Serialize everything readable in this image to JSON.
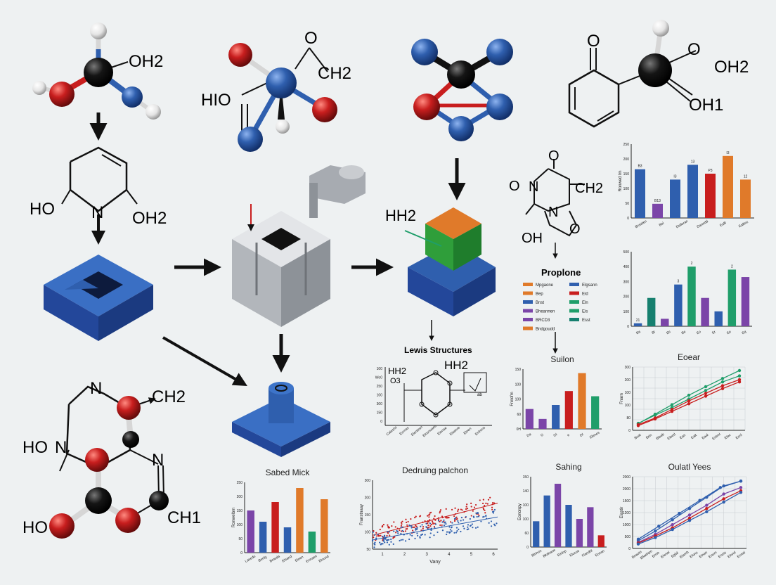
{
  "colors": {
    "blue": "#2f5fae",
    "red": "#c81e1e",
    "green": "#1f9e6a",
    "orange": "#e07a2a",
    "purple": "#7b45a8",
    "teal": "#16806f",
    "black": "#151515",
    "grey": "#b9bcc0",
    "background": "#eef1f2"
  },
  "molecules": {
    "mol1": {
      "labels": [
        "OH2"
      ]
    },
    "mol2": {
      "labels": [
        "O",
        "CH2",
        "HIO"
      ]
    },
    "mol4": {
      "labels": [
        "O",
        "O",
        "OH2",
        "OH1"
      ]
    },
    "ring1": {
      "labels": [
        "HO",
        "N",
        "OH2"
      ]
    },
    "ring2": {
      "labels": [
        "N",
        "CH2",
        "HO",
        "N",
        "N",
        "HO",
        "CH1"
      ]
    },
    "hh2_block": {
      "label": "HH2"
    },
    "right_ring": {
      "labels": [
        "O",
        "O",
        "N",
        "CH2",
        "N",
        "O",
        "OH"
      ]
    }
  },
  "sections": {
    "lewis_title": "Lewis Structures",
    "lewis_labels": [
      "HH2",
      "O3",
      "HH2",
      "ab"
    ],
    "legend_title": "Proplone",
    "legend_left": [
      "Mpgaone",
      "Bep",
      "Bnst",
      "Bheannen",
      "BRCD3",
      "Bndgoudd"
    ],
    "legend_right": [
      "Elgsann",
      "Eid",
      "Eln",
      "Eis",
      "Esst"
    ]
  },
  "chart_data": [
    {
      "type": "bar",
      "title": "",
      "ylim": [
        0,
        250
      ],
      "yticks": [
        "250",
        "200",
        "150",
        "100",
        "50",
        "0"
      ],
      "categories": [
        "Bnsiden",
        "Bel",
        "Delleran",
        "Danedd",
        "Ealll",
        "Eallinz"
      ],
      "values": [
        165,
        48,
        130,
        180,
        150,
        210,
        130
      ],
      "value_labels": [
        "B3",
        "B13",
        "I3",
        "13",
        "P3",
        "I3",
        "12"
      ],
      "colors": [
        "blue",
        "purple",
        "blue",
        "blue",
        "red",
        "orange",
        "orange"
      ],
      "ylabel": "Ronwed lm"
    },
    {
      "type": "bar",
      "title": "",
      "ylim": [
        0,
        500
      ],
      "yticks": [
        "500",
        "400",
        "300",
        "200",
        "100",
        "0"
      ],
      "categories": [
        "Ba",
        "Bl",
        "Bs",
        "Be",
        "Eo",
        "Er",
        "Ee",
        "Eq"
      ],
      "values": [
        20,
        190,
        50,
        280,
        400,
        190,
        100,
        380,
        330
      ],
      "value_labels": [
        "21",
        "",
        "",
        "3",
        "2",
        "",
        "",
        "2",
        ""
      ],
      "colors": [
        "blue",
        "teal",
        "purple",
        "blue",
        "green",
        "purple",
        "blue",
        "green",
        "purple"
      ],
      "ylabel": ""
    },
    {
      "type": "line",
      "title": "Eoear",
      "ylim": [
        0,
        300
      ],
      "yticks": [
        "300",
        "200",
        "100",
        "100",
        "80",
        "0"
      ],
      "x": [
        "Bsat",
        "Brin",
        "Bleab",
        "Eleed",
        "Ean",
        "Ealt",
        "Eaal",
        "Entrnl",
        "Elac",
        "Ecnl"
      ],
      "series": [
        {
          "color": "green",
          "values": [
            20,
            70,
            120,
            170,
            215,
            258,
            300
          ]
        },
        {
          "color": "green",
          "values": [
            22,
            65,
            105,
            150,
            195,
            240,
            272
          ]
        },
        {
          "color": "red",
          "values": [
            15,
            50,
            95,
            140,
            180,
            220,
            252
          ]
        },
        {
          "color": "red",
          "values": [
            10,
            45,
            85,
            125,
            165,
            205,
            240
          ]
        }
      ],
      "ylabel": "Fnarn"
    },
    {
      "type": "line",
      "title": "Oulatl Yees",
      "ylim": [
        0,
        2000
      ],
      "yticks": [
        "2000",
        "2000",
        "1500",
        "1200",
        "1000",
        "500",
        "0"
      ],
      "x": [
        "Bnaotn",
        "Bllaehpo",
        "Emin",
        "Elenal",
        "Eglal",
        "Elarnh",
        "Eluns",
        "Elnan",
        "Enum",
        "Eocts",
        "Elond",
        "Eonal"
      ],
      "series": [
        {
          "color": "blue",
          "values": [
            200,
            600,
            1000,
            1400,
            1800,
            2000
          ]
        },
        {
          "color": "blue",
          "values": [
            150,
            450,
            800,
            1150,
            1500,
            1850,
            2000
          ]
        },
        {
          "color": "purple",
          "values": [
            100,
            350,
            650,
            950,
            1250,
            1600,
            1800
          ]
        },
        {
          "color": "red",
          "values": [
            80,
            300,
            550,
            850,
            1150,
            1450,
            1700
          ]
        },
        {
          "color": "blue",
          "values": [
            50,
            250,
            500,
            780,
            1050,
            1350,
            1650
          ]
        }
      ],
      "ylabel": "Elastir"
    },
    {
      "type": "bar",
      "title": "Suilon",
      "ylim": [
        0,
        150
      ],
      "yticks": [
        "150",
        "100",
        "100",
        "60",
        "0H"
      ],
      "categories": [
        "Da",
        "G",
        "Gl",
        "e",
        "Ol",
        "Elenes"
      ],
      "values": [
        50,
        25,
        60,
        95,
        140,
        82
      ],
      "colors": [
        "purple",
        "purple",
        "blue",
        "red",
        "orange",
        "green"
      ],
      "ylabel": "Fnnofm"
    },
    {
      "type": "bar",
      "title": "Sahing",
      "ylim": [
        0,
        150
      ],
      "yticks": [
        "150",
        "140",
        "100",
        "100",
        "60",
        "0"
      ],
      "categories": [
        "Blrinon",
        "Bkdoane",
        "Einlop",
        "Elocse",
        "Flandhl",
        "Eonan"
      ],
      "values": [
        55,
        110,
        135,
        90,
        60,
        85,
        25
      ],
      "colors": [
        "blue",
        "blue",
        "purple",
        "blue",
        "purple",
        "purple",
        "red"
      ],
      "ylabel": "Eononpy"
    },
    {
      "type": "bar",
      "title": "Sabed Mick",
      "ylim": [
        0,
        250
      ],
      "yticks": [
        "250",
        "200",
        "150",
        "100",
        "50",
        "0"
      ],
      "categories": [
        "Lasedu",
        "Benlg",
        "Bmeda",
        "Elsand",
        "Eloen",
        "Ennaen",
        "Elound"
      ],
      "values": [
        150,
        110,
        180,
        90,
        230,
        75,
        190
      ],
      "colors": [
        "purple",
        "blue",
        "red",
        "blue",
        "orange",
        "green",
        "orange"
      ],
      "ylabel": "Ronwelbm"
    },
    {
      "type": "scatter",
      "title": "Dedruing palchon",
      "xlabel": "Vany",
      "ylabel": "Franstnaay",
      "xlim": [
        0,
        7
      ],
      "ylim": [
        0,
        300
      ],
      "xticks": [
        "1",
        "2",
        "3",
        "4",
        "5",
        "6"
      ],
      "yticks": [
        "300",
        "200",
        "150",
        "100",
        "50"
      ],
      "series": [
        {
          "color": "red",
          "trend": [
            [
              0,
              60
            ],
            [
              7,
              200
            ]
          ]
        },
        {
          "color": "blue",
          "trend": [
            [
              0,
              40
            ],
            [
              7,
              140
            ]
          ]
        }
      ]
    },
    {
      "type": "table",
      "title": "Lewis Structures",
      "yticks": [
        "100",
        "Wo0",
        "250",
        "100",
        "300",
        "150",
        "0"
      ],
      "categories": [
        "Caleshs",
        "Ecrnas",
        "Elentesn",
        "Eloonuaes",
        "Eloriae",
        "Elaanre",
        "Eloen",
        "Enlrons"
      ]
    }
  ]
}
